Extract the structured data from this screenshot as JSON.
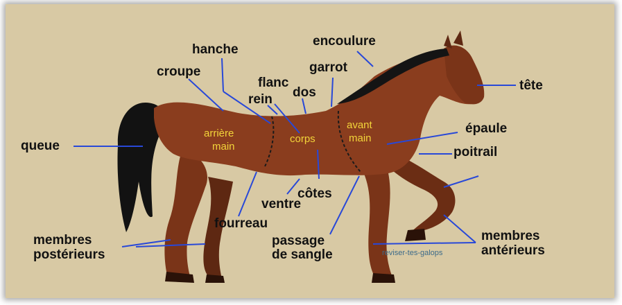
{
  "colors": {
    "background": "#d8c9a4",
    "leader_line": "#2848d8",
    "label_text": "#111111",
    "zone_text": "#f2d43a",
    "coat": "#8a3d1e",
    "mane_tail": "#111111"
  },
  "labels": {
    "encoulure": "encoulure",
    "hanche": "hanche",
    "garrot": "garrot",
    "croupe": "croupe",
    "flanc": "flanc",
    "tete": "tête",
    "dos": "dos",
    "rein": "rein",
    "epaule": "épaule",
    "queue": "queue",
    "poitrail": "poitrail",
    "cotes": "côtes",
    "ventre": "ventre",
    "fourreau": "fourreau",
    "membres_posterieurs_1": "membres",
    "membres_posterieurs_2": "postérieurs",
    "passage_de_sangle_1": "passage",
    "passage_de_sangle_2": "de sangle",
    "membres_anterieurs_1": "membres",
    "membres_anterieurs_2": "antérieurs"
  },
  "zones": {
    "arriere_1": "arrière",
    "arriere_2": "main",
    "corps": "corps",
    "avant_1": "avant",
    "avant_2": "main"
  },
  "watermark": "reviser-tes-galops"
}
